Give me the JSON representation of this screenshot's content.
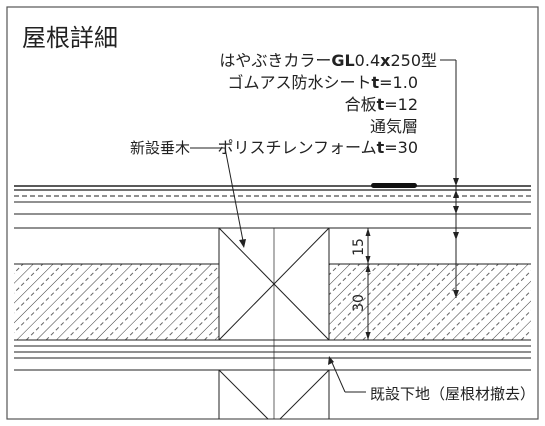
{
  "title": "屋根詳細",
  "labels": {
    "roofing": {
      "pre": "はやぶきカラー",
      "bold1": "GL",
      "mid": "0.4",
      "bold2": "x",
      "post": "250型"
    },
    "waterproof": {
      "pre": "ゴムアス防水シート",
      "bold": "t",
      "post": "=1.0"
    },
    "plywood": {
      "pre": "合板",
      "bold": "t",
      "post": "=12"
    },
    "airlayer": {
      "text": "通気層"
    },
    "foam": {
      "pre": "ポリスチレンフォーム",
      "bold": "t",
      "post": "=30"
    },
    "rafter": {
      "text": "新設垂木"
    },
    "existing": {
      "text": "既設下地（屋根材撤去）"
    }
  },
  "dimensions": {
    "upper": "15",
    "lower": "30"
  },
  "colors": {
    "line": "#222222",
    "frame": "#555555",
    "background": "#ffffff"
  }
}
